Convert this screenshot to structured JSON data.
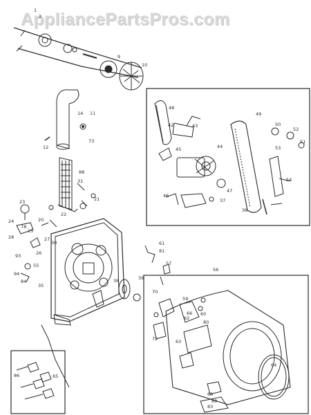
{
  "watermark": "AppliancePartsPros.com",
  "callouts": [
    "1",
    "2",
    "9",
    "10",
    "11",
    "12",
    "14",
    "20",
    "21",
    "22",
    "23",
    "24",
    "25",
    "26",
    "27",
    "28",
    "30",
    "31",
    "35",
    "36",
    "37",
    "38",
    "39",
    "42",
    "43",
    "44",
    "45",
    "46",
    "47",
    "48",
    "49",
    "50",
    "51",
    "52",
    "53",
    "54",
    "55",
    "56",
    "57",
    "59",
    "60",
    "61",
    "62",
    "63",
    "64",
    "65",
    "66",
    "68",
    "69",
    "70",
    "72",
    "73",
    "78",
    "80",
    "81",
    "83",
    "84",
    "86",
    "88",
    "93",
    "94"
  ],
  "colors": {
    "ink": "#2a2a2a",
    "watermark": "#d8d8d8",
    "background": "#ffffff"
  }
}
